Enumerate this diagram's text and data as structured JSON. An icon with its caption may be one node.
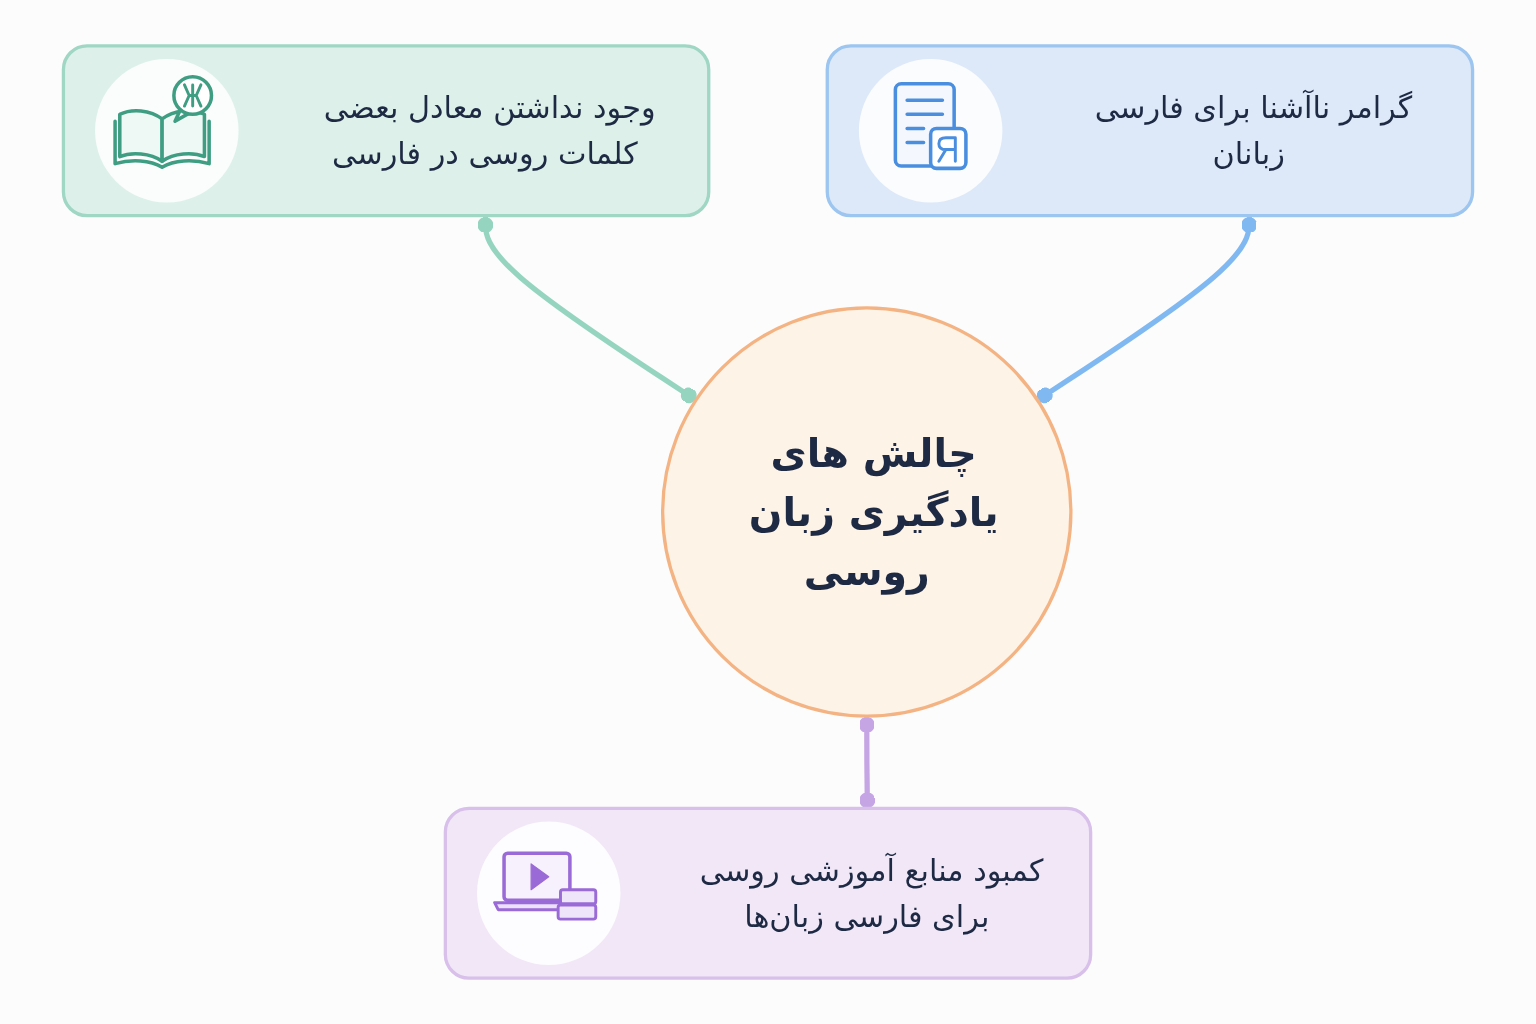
{
  "diagram": {
    "nodes": [
      {
        "text": [
          "وجود نداشتن معادل بعضی کلمات روسی در فارسی"
        ]
      },
      {
        "text": [
          "گرامر ناآشنا برای فارسی زبانان"
        ]
      },
      {
        "text": [
          "چالش های یادگیری زبان روسی"
        ]
      },
      {
        "text": [
          "کمبود منابع آموزشی روسی برای فارسی زبان‌ها"
        ]
      }
    ],
    "edges": [
      {
        "from": 0,
        "to": 2,
        "arrow": "other",
        "color": "#95d5c0"
      },
      {
        "from": 1,
        "to": 2,
        "arrow": "other",
        "color": "#80b9f1"
      },
      {
        "from": 2,
        "to": 3,
        "arrow": "other",
        "color": "#c6a5e5"
      }
    ]
  }
}
